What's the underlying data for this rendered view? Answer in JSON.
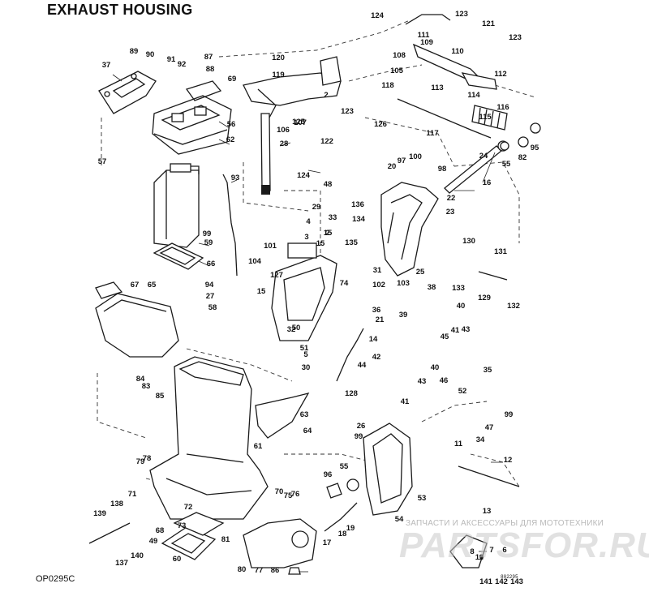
{
  "title": "EXHAUST HOUSING",
  "diagram_code": "OP0295C",
  "tiny_code": "802295",
  "watermark": {
    "tagline": "ЗАПЧАСТИ И АКСЕССУАРЫ ДЛЯ МОТОТЕХНИКИ",
    "logo": "PARTSFOR.RU"
  },
  "callouts": [
    "1",
    "2",
    "2",
    "3",
    "4",
    "5",
    "6",
    "7",
    "8",
    "10",
    "11",
    "12",
    "13",
    "14",
    "15",
    "15",
    "15",
    "16",
    "17",
    "18",
    "19",
    "20",
    "21",
    "22",
    "23",
    "24",
    "25",
    "26",
    "27",
    "28",
    "29",
    "30",
    "31",
    "32",
    "33",
    "34",
    "35",
    "36",
    "37",
    "38",
    "39",
    "40",
    "40",
    "41",
    "41",
    "42",
    "43",
    "43",
    "44",
    "45",
    "46",
    "47",
    "48",
    "49",
    "50",
    "51",
    "52",
    "53",
    "54",
    "55",
    "55",
    "56",
    "57",
    "58",
    "59",
    "60",
    "61",
    "62",
    "63",
    "64",
    "65",
    "66",
    "67",
    "68",
    "69",
    "70",
    "71",
    "72",
    "73",
    "74",
    "75",
    "76",
    "77",
    "78",
    "79",
    "80",
    "81",
    "82",
    "83",
    "84",
    "85",
    "86",
    "87",
    "88",
    "89",
    "90",
    "91",
    "92",
    "93",
    "94",
    "95",
    "96",
    "97",
    "98",
    "99",
    "99",
    "99",
    "100",
    "101",
    "102",
    "103",
    "104",
    "105",
    "106",
    "107",
    "108",
    "109",
    "110",
    "111",
    "112",
    "113",
    "114",
    "115",
    "116",
    "117",
    "118",
    "119",
    "120",
    "121",
    "122",
    "123",
    "123",
    "123",
    "124",
    "124",
    "125",
    "126",
    "127",
    "128",
    "129",
    "130",
    "131",
    "132",
    "133",
    "134",
    "135",
    "136",
    "137",
    "138",
    "139",
    "140",
    "141",
    "142",
    "143"
  ]
}
